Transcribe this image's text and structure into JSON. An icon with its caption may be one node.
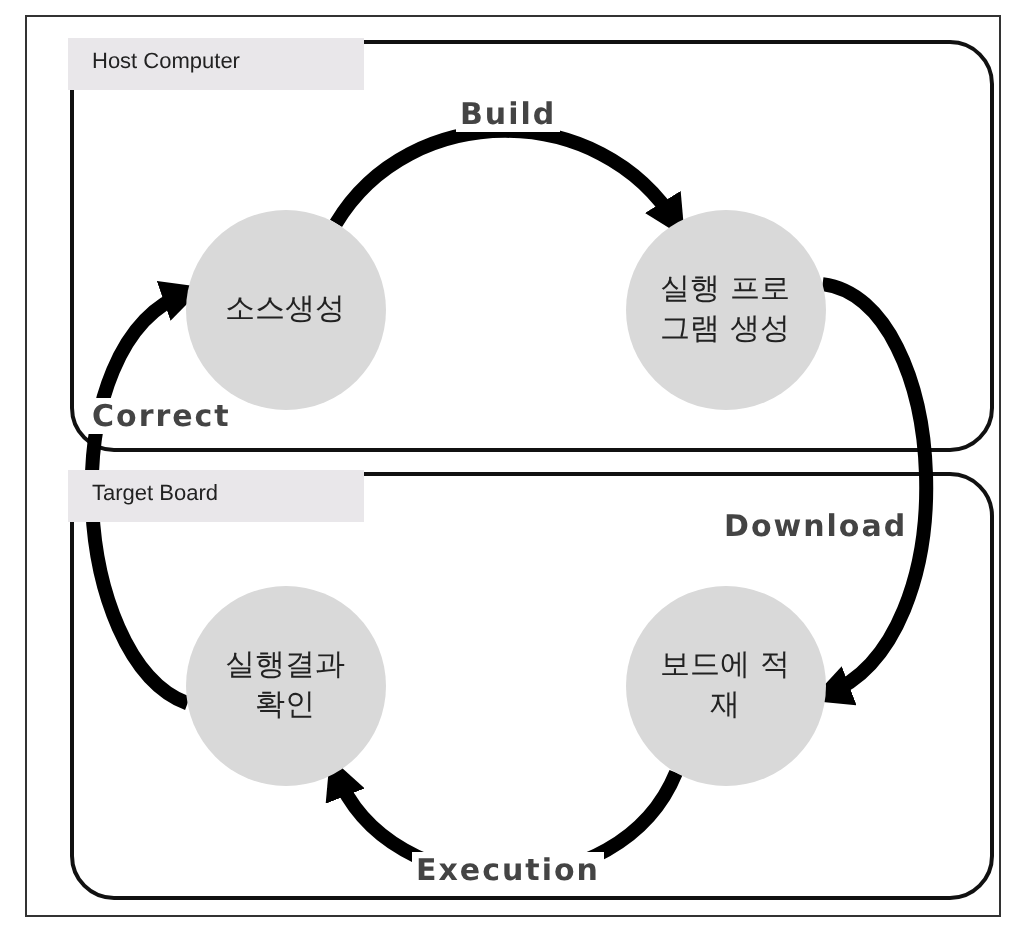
{
  "diagram": {
    "nodes": [
      {
        "text": [
          "Host Computer"
        ]
      },
      {
        "text": [
          "소스생성"
        ],
        "in": 0
      },
      {
        "text": [
          "실행 프로그램 생성"
        ],
        "in": 0
      },
      {
        "text": [
          "Target Board"
        ]
      },
      {
        "text": [
          "실행결과 확인"
        ],
        "in": 3
      },
      {
        "text": [
          "보드에 적재"
        ],
        "in": 3
      }
    ],
    "edges": [
      {
        "from": 1,
        "to": 2,
        "arrow": "to",
        "label": "Build"
      },
      {
        "from": 2,
        "to": 5,
        "arrow": "to",
        "label": "Download"
      },
      {
        "from": 5,
        "to": 4,
        "arrow": "to",
        "label": "Execution"
      },
      {
        "from": 4,
        "to": 1,
        "arrow": "to",
        "label": "Correct"
      }
    ]
  }
}
